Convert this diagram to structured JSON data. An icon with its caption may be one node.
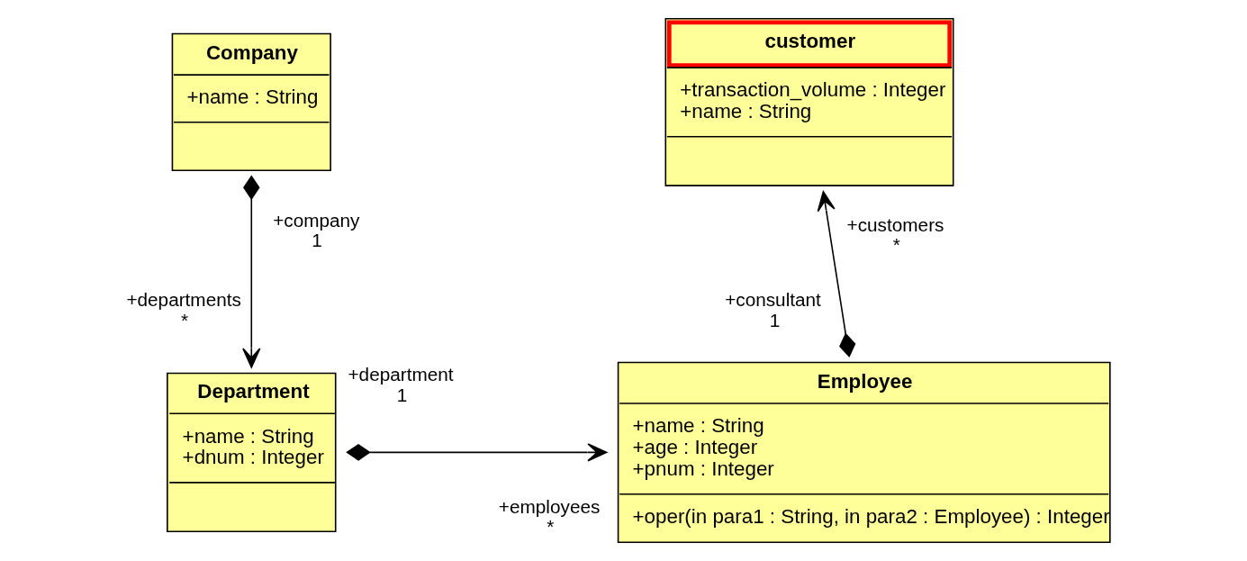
{
  "diagram": {
    "nodes": [
      {
        "text": [
          "Company",
          "+name : String"
        ]
      },
      {
        "text": [
          "customer",
          "+transaction_volume : Integer",
          "+name : String"
        ]
      },
      {
        "text": [
          "Department",
          "+name : String",
          "+dnum : Integer"
        ]
      },
      {
        "text": [
          "Employee",
          "+name : String",
          "+age : Integer",
          "+pnum : Integer",
          "+oper(in para1 : String, in para2 : Employee) : Integer"
        ]
      }
    ],
    "edges": [
      {
        "from": 0,
        "to": 2,
        "arrow": "to"
      },
      {
        "from": 3,
        "to": 1,
        "arrow": "to"
      },
      {
        "from": 2,
        "to": 3,
        "arrow": "to"
      }
    ],
    "labels": [
      "1",
      "+company",
      "*",
      "+departments",
      "1",
      "+consultant",
      "*",
      "+customers",
      "1",
      "+department",
      "*",
      "+employees"
    ]
  }
}
